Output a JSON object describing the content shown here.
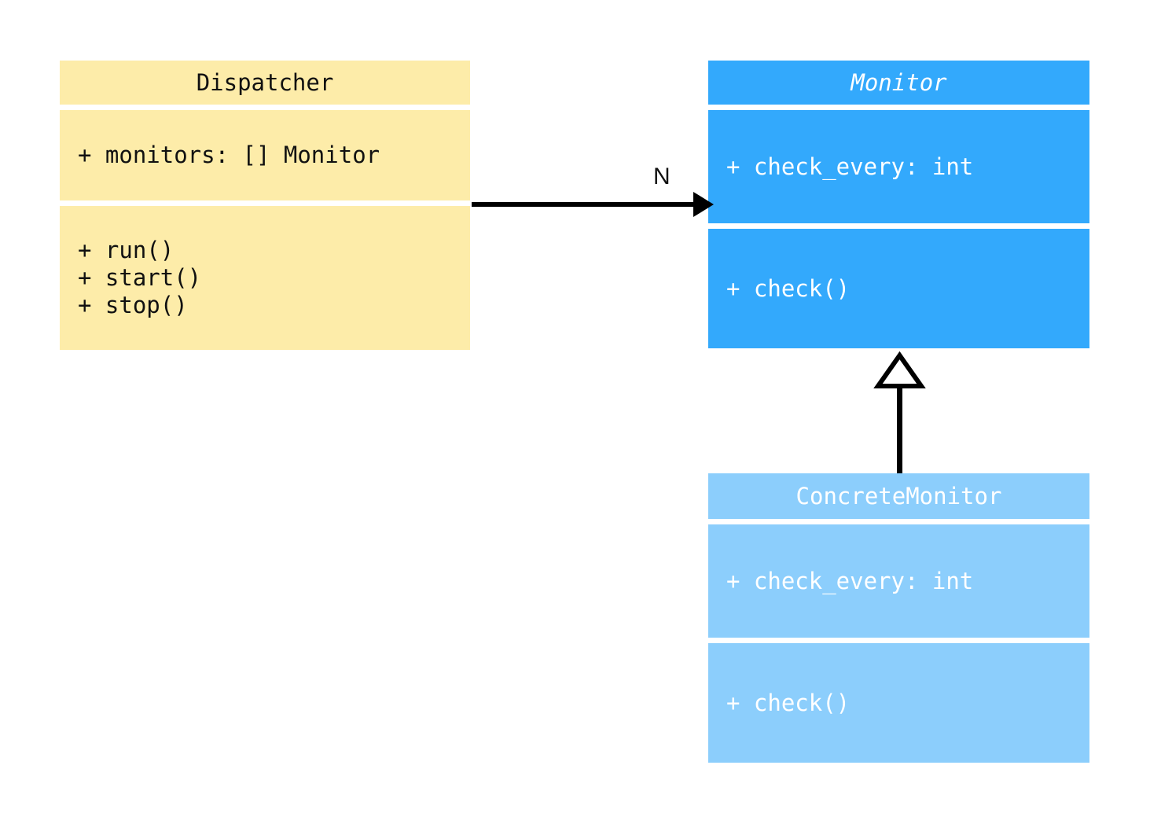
{
  "diagram": {
    "type": "uml-class-diagram",
    "background_color": "#ffffff",
    "classes": [
      {
        "id": "dispatcher",
        "name": "Dispatcher",
        "abstract": false,
        "fill_color": "#fdeca9",
        "text_color": "#111111",
        "attributes": [
          "+ monitors: [] Monitor"
        ],
        "methods": [
          "+ run()",
          "+ start()",
          "+ stop()"
        ]
      },
      {
        "id": "monitor",
        "name": "Monitor",
        "abstract": true,
        "fill_color": "#33a9fc",
        "text_color": "#ffffff",
        "attributes": [
          "+ check_every: int"
        ],
        "methods": [
          "+ check()"
        ]
      },
      {
        "id": "concretemonitor",
        "name": "ConcreteMonitor",
        "abstract": false,
        "fill_color": "#8ccefc",
        "text_color": "#ffffff",
        "attributes": [
          "+ check_every: int"
        ],
        "methods": [
          "+ check()"
        ]
      }
    ],
    "relationships": [
      {
        "id": "association",
        "kind": "association",
        "from": "Dispatcher",
        "to": "Monitor",
        "label": "N",
        "arrow_style": "filled-triangle",
        "line_style": "solid",
        "color": "#000000"
      },
      {
        "id": "inheritance",
        "kind": "generalization",
        "from": "ConcreteMonitor",
        "to": "Monitor",
        "label": "",
        "arrow_style": "hollow-triangle",
        "line_style": "solid",
        "color": "#000000"
      }
    ]
  },
  "labels": {
    "dispatcher_title": "Dispatcher",
    "dispatcher_attr_0": "+ monitors: [] Monitor",
    "dispatcher_method_0": "+ run()",
    "dispatcher_method_1": "+ start()",
    "dispatcher_method_2": "+ stop()",
    "monitor_title": "Monitor",
    "monitor_attr_0": "+ check_every: int",
    "monitor_method_0": "+ check()",
    "concretemonitor_title": "ConcreteMonitor",
    "concretemonitor_attr_0": "+ check_every: int",
    "concretemonitor_method_0": "+ check()",
    "association_multiplicity": "N"
  }
}
